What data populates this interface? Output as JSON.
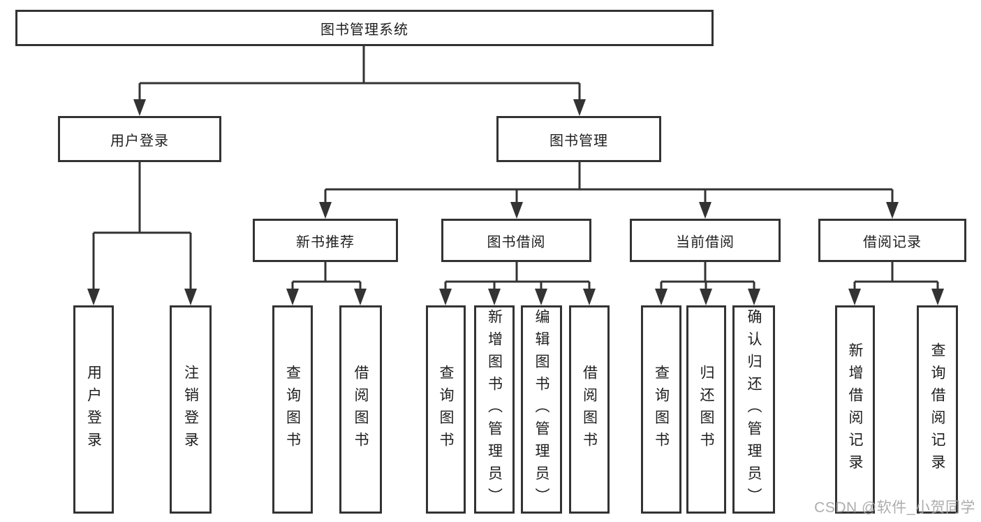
{
  "diagram": {
    "root": {
      "label": "图书管理系统"
    },
    "branches": [
      {
        "label": "用户登录",
        "children": [
          {
            "label": "用户登录"
          },
          {
            "label": "注销登录"
          }
        ]
      },
      {
        "label": "图书管理",
        "children": [
          {
            "label": "新书推荐",
            "children": [
              {
                "label": "查询图书"
              },
              {
                "label": "借阅图书"
              }
            ]
          },
          {
            "label": "图书借阅",
            "children": [
              {
                "label": "查询图书"
              },
              {
                "label": "新增图书（管理员）"
              },
              {
                "label": "编辑图书（管理员）"
              },
              {
                "label": "借阅图书"
              }
            ]
          },
          {
            "label": "当前借阅",
            "children": [
              {
                "label": "查询图书"
              },
              {
                "label": "归还图书"
              },
              {
                "label": "确认归还（管理员）"
              }
            ]
          },
          {
            "label": "借阅记录",
            "children": [
              {
                "label": "新增借阅记录"
              },
              {
                "label": "查询借阅记录"
              }
            ]
          }
        ]
      }
    ]
  },
  "watermark": {
    "text": "CSDN @软件_小贺同学"
  },
  "colors": {
    "line": "#333333",
    "text": "#1e1e1e",
    "watermark": "#a6a6a6",
    "background": "#ffffff"
  }
}
